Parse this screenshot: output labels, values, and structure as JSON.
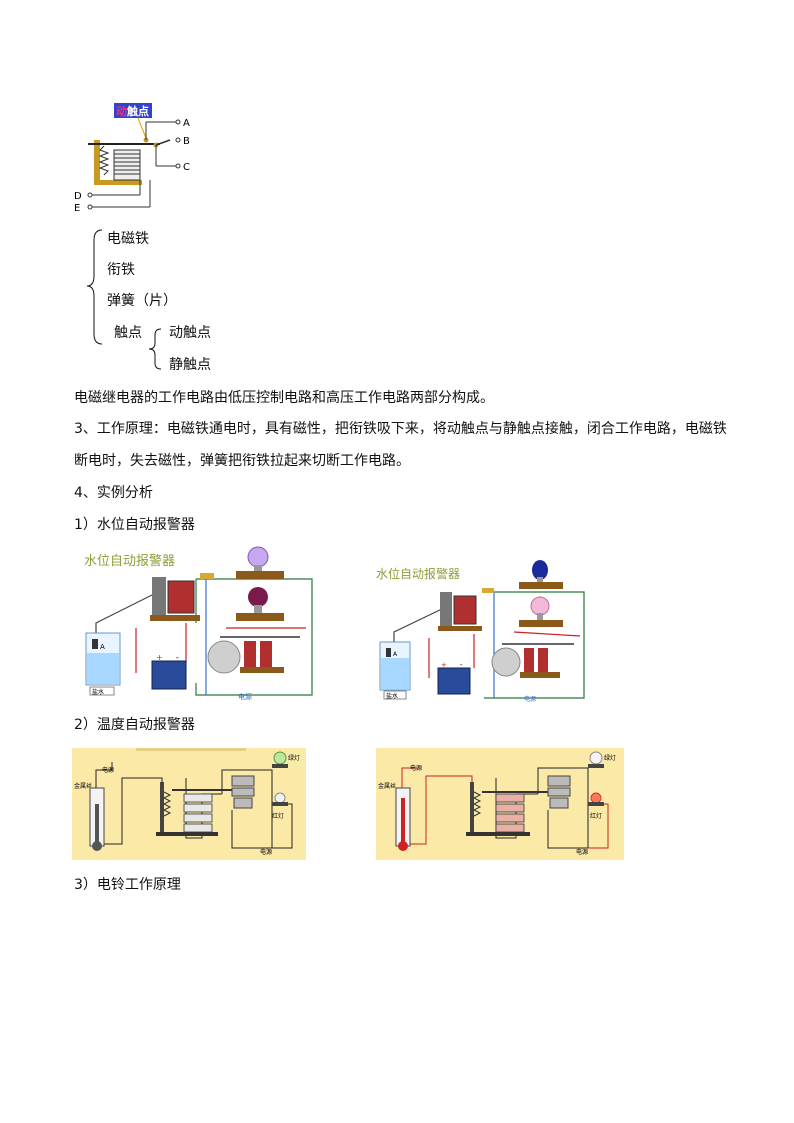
{
  "relay_diagram": {
    "label": "动触点",
    "label_highlight": "动",
    "label_rest": "触点",
    "terminals": [
      "A",
      "B",
      "C",
      "D",
      "E"
    ]
  },
  "components": {
    "items": [
      "电磁铁",
      "衔铁",
      "弹簧（片）"
    ],
    "contacts_label": "触点",
    "contacts": [
      "动触点",
      "静触点"
    ]
  },
  "paragraphs": {
    "p1": "电磁继电器的工作电路由低压控制电路和高压工作电路两部分构成。",
    "p2_line1": "3、工作原理：电磁铁通电时，具有磁性，把衔铁吸下来，将动触点与静触点接触，闭合工作电路，电磁铁",
    "p2_line2": "断电时，失去磁性，弹簧把衔铁拉起来切断工作电路。",
    "s4": "4、实例分析",
    "s4_1": "1）水位自动报警器",
    "s4_2": "2）温度自动报警器",
    "s4_3": "3）电铃工作原理"
  },
  "water_alarm": {
    "title": "水位自动报警器",
    "power_label": "电源",
    "cup_label": "盐水",
    "terminal_label": "A",
    "plus": "+",
    "minus": "-"
  },
  "temp_alarm": {
    "power_label": "电源",
    "metal_wire_label": "金属丝",
    "green_lamp": "绿灯",
    "red_lamp": "红灯"
  },
  "colors": {
    "accent_blue": "#3344cc",
    "wire_green": "#2a7a3a",
    "wire_red": "#cc2222",
    "wire_blue": "#3b6fd0",
    "yellow_bg": "#fbe9a8",
    "base_brown": "#8b5a1b"
  }
}
